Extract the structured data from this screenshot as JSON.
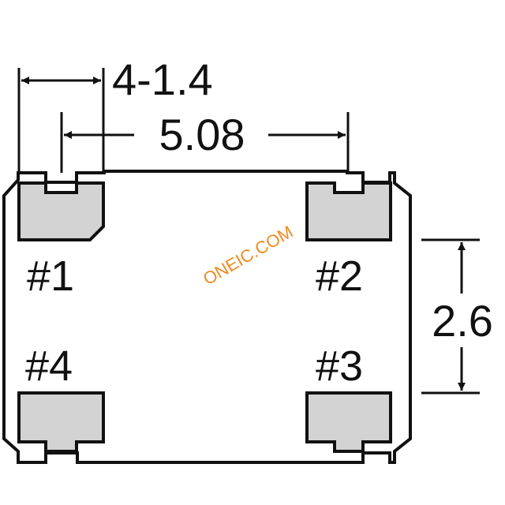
{
  "dimensions": {
    "pad_width": "4-1.4",
    "pad_pitch": "5.08",
    "pad_row_pitch": "2.6"
  },
  "pins": {
    "pin1": "#1",
    "pin2": "#2",
    "pin3": "#3",
    "pin4": "#4"
  },
  "watermark": "ONEIC.COM",
  "colors": {
    "outline": "#111111",
    "pad_fill": "#d3d3d3",
    "watermark": "#f08a1c"
  }
}
